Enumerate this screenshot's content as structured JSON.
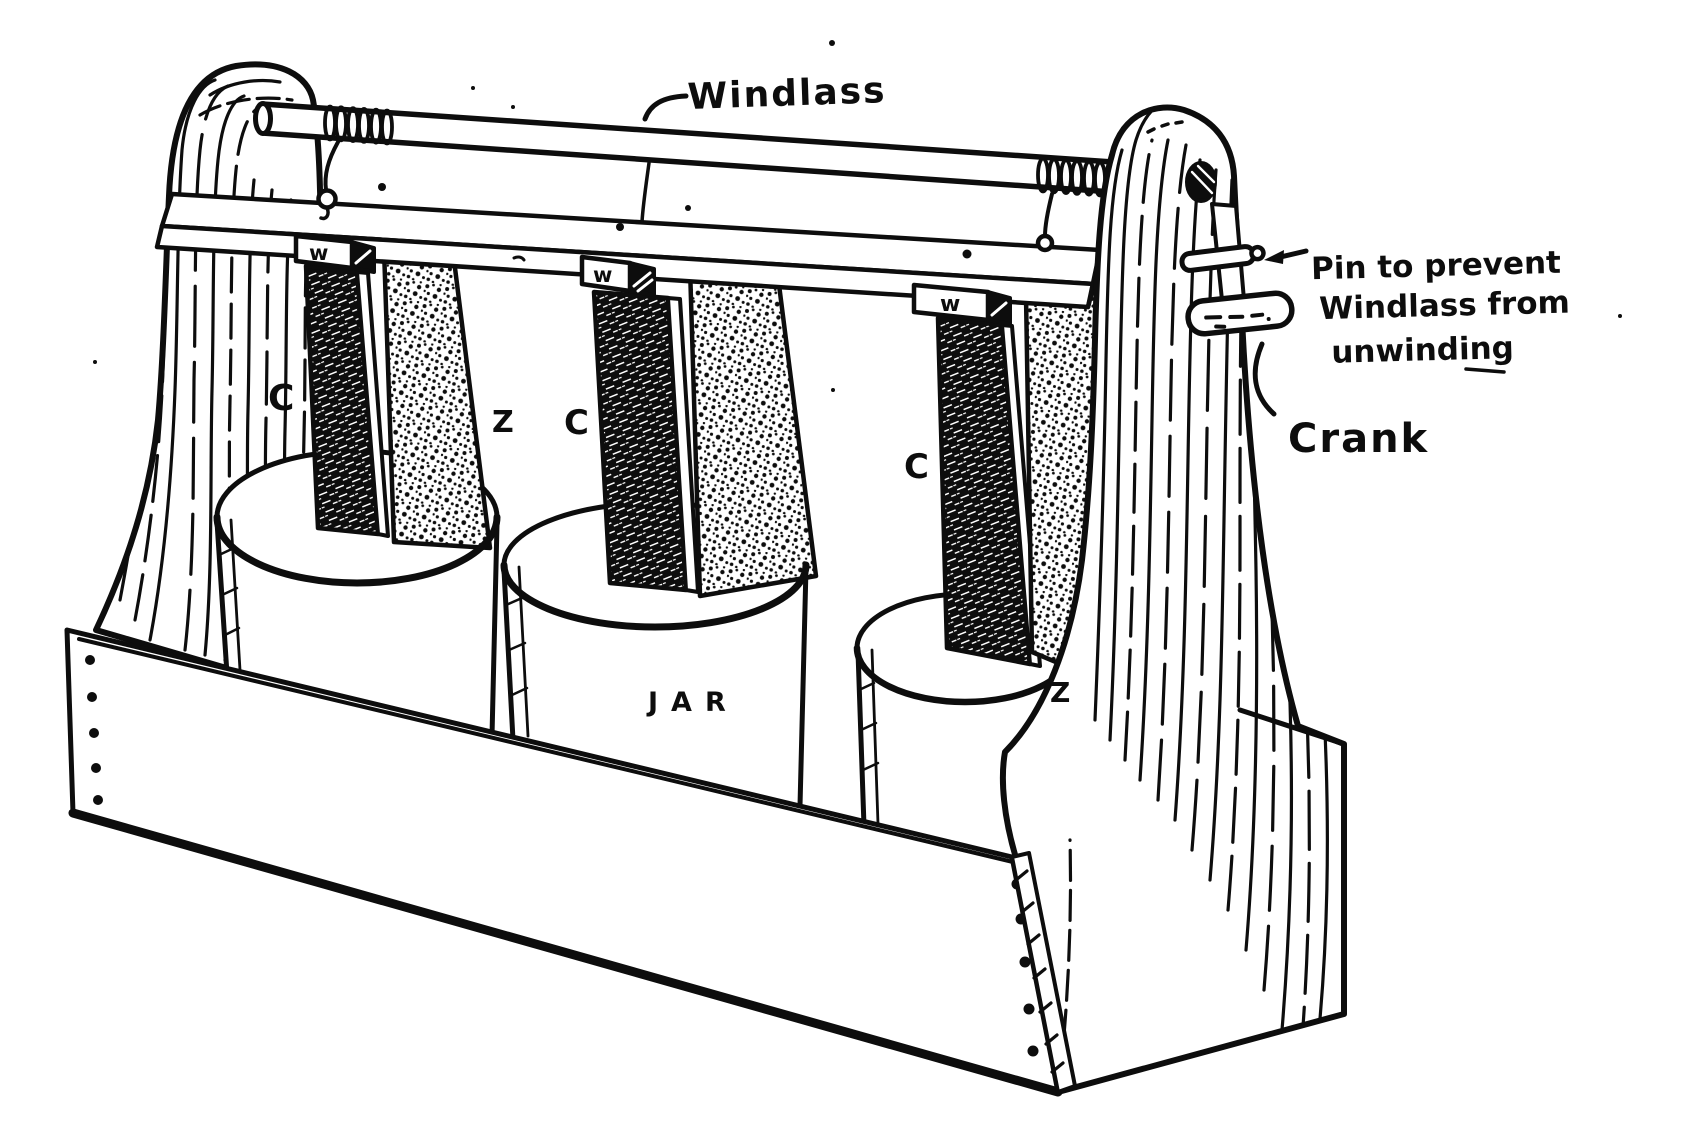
{
  "labels": {
    "windlass": "Windlass",
    "pin_note": [
      "Pin to prevent",
      "Windlass from",
      "unwinding"
    ],
    "crank": "Crank",
    "jar": "JAR"
  },
  "part_letters": {
    "cell1": {
      "wood_block": "w",
      "carbon": "C",
      "zinc": "Z"
    },
    "cell2": {
      "wood_block": "w",
      "carbon": "C"
    },
    "cell3": {
      "wood_block": "w",
      "carbon": "C",
      "zinc": "Z"
    }
  },
  "colors": {
    "ink": "#0d0d0d",
    "paper": "#ffffff"
  }
}
